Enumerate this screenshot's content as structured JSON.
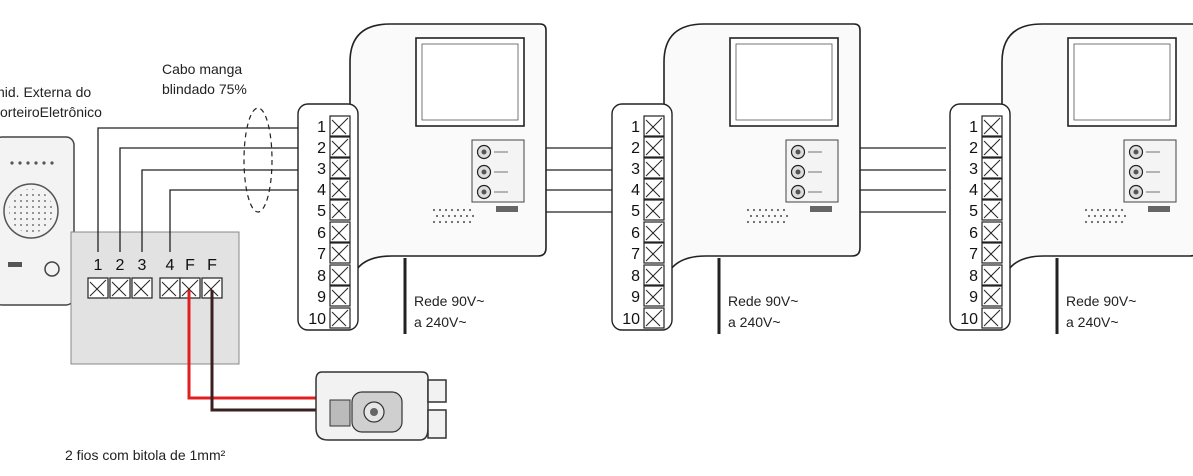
{
  "labels": {
    "outdoor_unit_line1": "nid. Externa do",
    "outdoor_unit_line2": "orteiroEletrônico",
    "cable_line1": "Cabo manga",
    "cable_line2": "blindado 75%",
    "wires_note": "2 fios com bitola de 1mm²"
  },
  "junction_terminals": [
    "1",
    "2",
    "3",
    "4",
    "F",
    "F"
  ],
  "monitor_terminals": [
    "1",
    "2",
    "3",
    "4",
    "5",
    "6",
    "7",
    "8",
    "9",
    "10"
  ],
  "monitors": [
    {
      "power_line1": "Rede 90V~",
      "power_line2": "a 240V~"
    },
    {
      "power_line1": "Rede 90V~",
      "power_line2": "a 240V~"
    },
    {
      "power_line1": "Rede 90V~",
      "power_line2": "a 240V~"
    }
  ],
  "colors": {
    "line": "#222222",
    "panel": "#e2e2e2",
    "red_wire": "#e02020",
    "dark_wire": "#3a2020"
  }
}
